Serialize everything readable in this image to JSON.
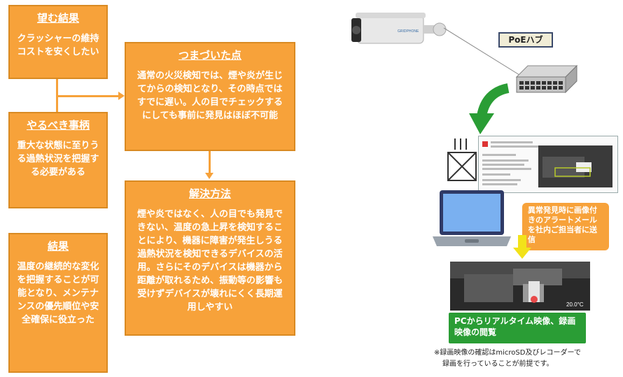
{
  "boxes": {
    "goal": {
      "title": "望む結果",
      "body": "クラッシャーの維持コストを安くしたい"
    },
    "todo": {
      "title": "やるべき事柄",
      "body": "重大な状態に至りうる過熱状況を把握する必要がある"
    },
    "result": {
      "title": "結果",
      "body": "温度の継続的な変化を把握することが可能となり、メンテナンスの優先順位や安全確保に役立った"
    },
    "obstacle": {
      "title": "つまづいた点",
      "body": "通常の火災検知では、煙や炎が生じてからの検知となり、その時点ではすでに遅い。人の目でチェックするにしても事前に発見はほぼ不可能"
    },
    "solution": {
      "title": "解決方法",
      "body": "煙や炎ではなく、人の目でも発見できない、温度の急上昇を検知することにより、機器に障害が発生しうる過熱状況を検知できるデバイスの活用。さらにそのデバイスは機器から距離が取れるため、振動等の影響も受けずデバイスが壊れにくく長期運用しやすい"
    }
  },
  "system": {
    "poe_label": "PoEハブ",
    "camera_brand": "GRIDPHONE",
    "alert_callout": "異常発見時に画像付きのアラートメールを社内ご担当者に送信",
    "pc_label": "PCからリアルタイム映像、録画映像の閲覧",
    "thermal_temp": "20.0°C",
    "footnote_line1": "※録画映像の確認はmicroSD及びレコーダーで",
    "footnote_line2": "録画を行っていることが前提です。"
  },
  "colors": {
    "box": "#f7a23a",
    "box_border": "#d98a22",
    "green": "#2a9d35",
    "poe_border": "#3b4a6b"
  }
}
